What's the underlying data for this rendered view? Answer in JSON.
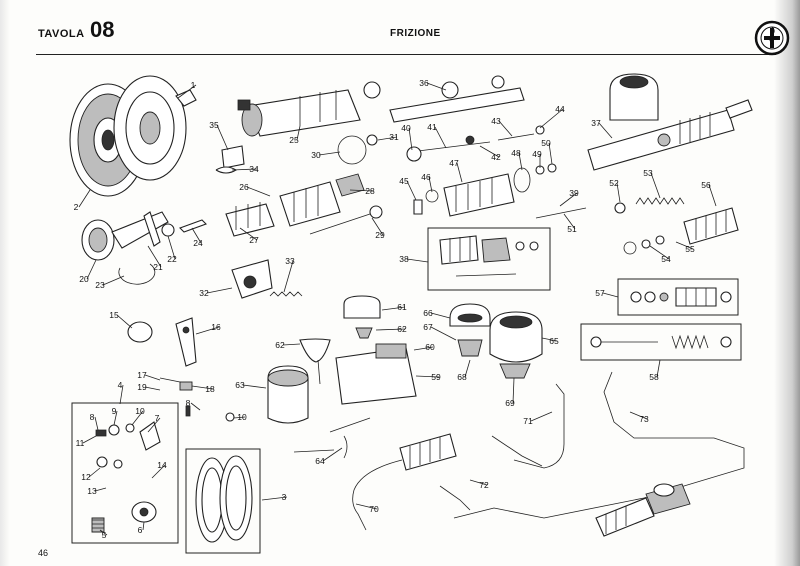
{
  "header": {
    "plate_label": "TAVOLA",
    "plate_number": "08",
    "section_title": "FRIZIONE"
  },
  "footer": {
    "page_number": "46"
  },
  "logo": {
    "icon": "alfa-romeo-badge-icon"
  },
  "callouts": [
    "1",
    "2",
    "3",
    "4",
    "5",
    "6",
    "7",
    "8",
    "9",
    "10",
    "11",
    "12",
    "13",
    "14",
    "15",
    "16",
    "17",
    "18",
    "19",
    "20",
    "21",
    "22",
    "23",
    "24",
    "25",
    "26",
    "27",
    "28",
    "29",
    "30",
    "31",
    "32",
    "33",
    "34",
    "35",
    "36",
    "37",
    "38",
    "39",
    "40",
    "41",
    "42",
    "43",
    "44",
    "45",
    "46",
    "47",
    "48",
    "49",
    "50",
    "51",
    "52",
    "53",
    "54",
    "55",
    "56",
    "57",
    "58",
    "59",
    "60",
    "61",
    "62",
    "62",
    "63",
    "64",
    "65",
    "66",
    "67",
    "68",
    "69",
    "70",
    "71",
    "72",
    "73",
    "8",
    "10"
  ],
  "colors": {
    "ink": "#111111",
    "paper": "#fdfdfb"
  }
}
